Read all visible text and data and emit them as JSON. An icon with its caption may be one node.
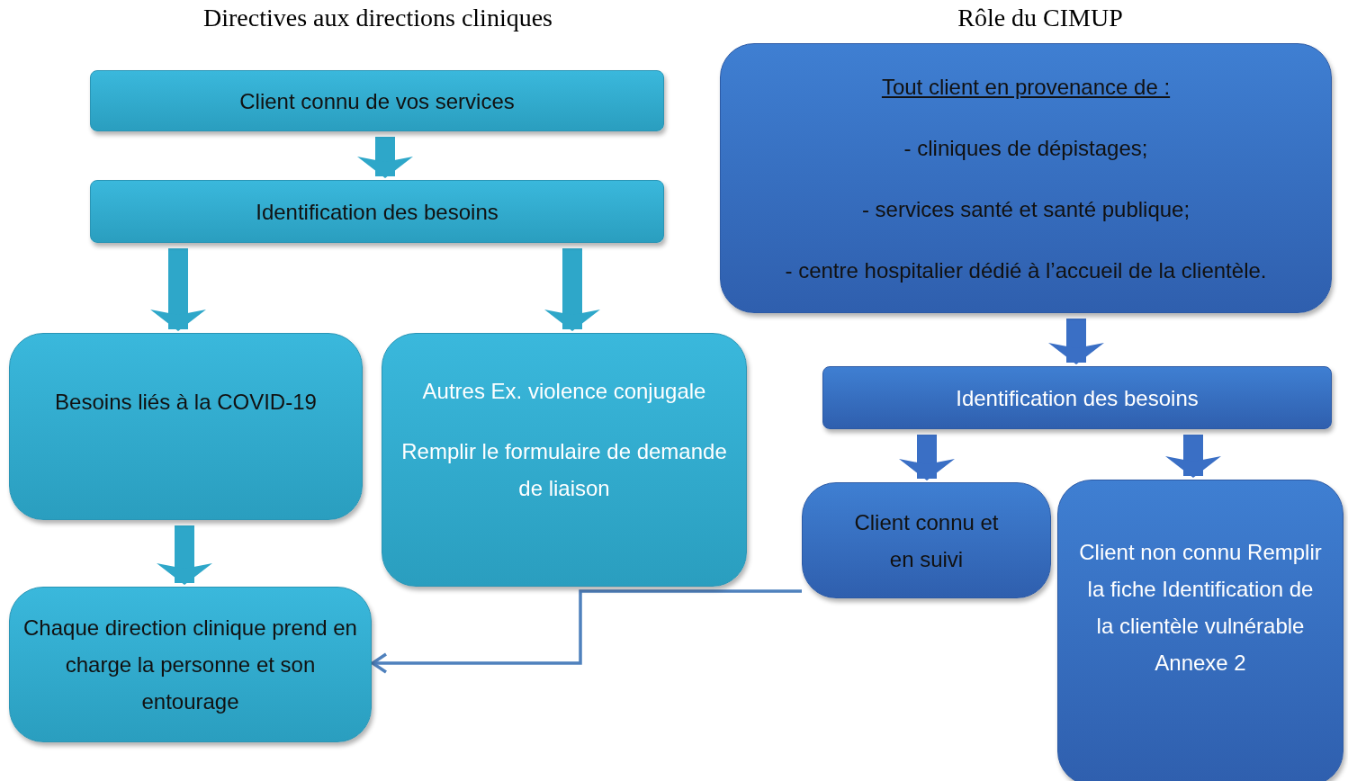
{
  "diagram": {
    "nodes": [
      {
        "text": [
          "Client connu de vos services"
        ]
      },
      {
        "text": [
          "Identification des besoins"
        ]
      },
      {
        "text": [
          "Besoins liés à la COVID-19"
        ]
      },
      {
        "text": [
          "Autres Ex. violence conjugale",
          "Remplir le formulaire de demande de liaison"
        ]
      },
      {
        "text": [
          "Chaque direction clinique prend en charge la personne et son entourage"
        ]
      },
      {
        "text": [
          "Tout client en provenance de :",
          "- cliniques de dépistages;",
          "- services santé et santé publique;",
          "- centre hospitalier dédié à l’accueil de la clientèle."
        ]
      },
      {
        "text": [
          "Identification des besoins"
        ]
      },
      {
        "text": [
          "Client connu et en suivi"
        ]
      },
      {
        "text": [
          "Client non connu Remplir la fiche Identification de la clientèle vulnérable Annexe 2"
        ]
      }
    ],
    "edges": [
      {
        "from": 0,
        "to": 1,
        "arrow": "to"
      },
      {
        "from": 1,
        "to": 2,
        "arrow": "to"
      },
      {
        "from": 1,
        "to": 3,
        "arrow": "to"
      },
      {
        "from": 2,
        "to": 4,
        "arrow": "to"
      },
      {
        "from": 5,
        "to": 6,
        "arrow": "to",
        "color": "#3a6fc5"
      },
      {
        "from": 6,
        "to": 7,
        "arrow": "to",
        "color": "#3a6fc5"
      },
      {
        "from": 6,
        "to": 8,
        "arrow": "to",
        "color": "#3a6fc5"
      },
      {
        "from": 7,
        "to": 4,
        "arrow": "to",
        "color": "#4f81bd"
      }
    ],
    "labels": [
      "Directives aux directions cliniques",
      "Rôle du CIMUP"
    ]
  }
}
